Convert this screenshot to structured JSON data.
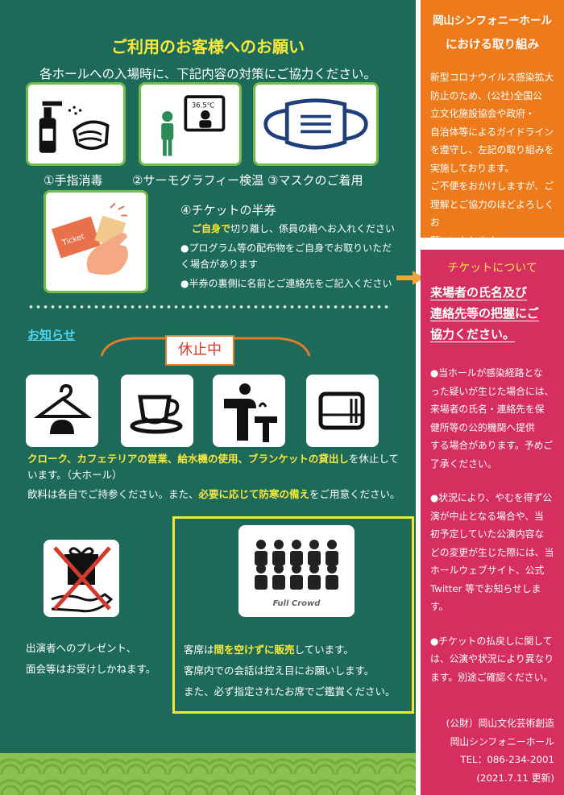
{
  "main": {
    "heading": "ご利用のお客様へのお願い",
    "intro": "各ホールへの入場時に、下記内容の対策にご協力ください。",
    "measures": [
      {
        "label": "①手指消毒",
        "icon": "hand-sanitizer-icon"
      },
      {
        "label": "②サーモグラフィー検温",
        "icon": "thermography-icon"
      },
      {
        "label": "③マスクのご着用",
        "icon": "mask-icon"
      }
    ],
    "ticket": {
      "label": "④チケットの半券",
      "icon": "ticket-icon",
      "icon_text": "Ticket",
      "note1_em": "ご自身で",
      "note1_rest": "切り離し、係員の箱へお入れください",
      "note2": "●プログラム等の配布物をご自身でお取りいただく場合があります",
      "note3": "●半券の裏側に名前とご連絡先をご記入ください"
    },
    "notice_title": "お知らせ",
    "closed_label": "休止中",
    "closed_icons": [
      "hanger-icon",
      "coffee-cup-icon",
      "water-fountain-icon",
      "blanket-icon"
    ],
    "para1_em": "クローク、カフェテリアの営業、給水機の使用、ブランケットの貸出し",
    "para1_rest": "を休止しています。（大ホール）",
    "para2_a": "飲料は各自でご持参ください。また、",
    "para2_em": "必要に応じて防寒の備え",
    "para2_b": "をご用意ください。",
    "present_line1": "出演者へのプレゼント、",
    "present_line2": "面会等はお受けしかねます。",
    "crowd_caption": "Full Crowd",
    "seat_a": "客席は",
    "seat_em": "間を空けずに販売",
    "seat_b": "しています。",
    "seat_line2": "客席内での会話は控え目にお願いします。",
    "seat_line3": "また、必ず指定されたお席でご鑑賞ください。"
  },
  "side": {
    "orange_title1": "岡山シンフォニーホール",
    "orange_title2": "における取り組み",
    "orange_lines": [
      "新型コロナウイルス感染拡大",
      "防止のため、(公社)全国公",
      "立文化施設協会や政府・",
      "自治体等によるガイドライン",
      "を遵守し、左記の取り組みを",
      "実施しております。",
      "ご不便をおかけしますが、ご",
      "理解とご協力のほどよろしくお",
      "願いいたします。"
    ],
    "pink_title": "チケットについて",
    "pink_big": [
      "来場者の氏名及び",
      "連絡先等の把握にご",
      "協力ください。"
    ],
    "pink_b1": [
      "●当ホールが感染経路とな",
      "った疑いが生じた場合には、",
      "来場者の氏名・連絡先を保",
      "健所等の公的機関へ提供",
      "する場合があります。予めご",
      "了承ください。"
    ],
    "pink_b2": [
      "●状況により、やむを得ず公",
      "演が中止となる場合や、当",
      "初予定していた公演内容な",
      "どの変更が生じた際には、当",
      "ホールウェブサイト、公式",
      "Twitter 等でお知らせしま",
      "す。"
    ],
    "pink_b3": [
      "●チケットの払戻しに関して",
      "は、公演や状況により異なり",
      "ます。別途ご確認ください。"
    ],
    "footer": [
      "(公財）岡山文化芸術創造",
      "岡山シンフォニーホール",
      "TEL：086-234-2001",
      "(2021.7.11 更新)"
    ]
  },
  "colors": {
    "green": "#1d6a5a",
    "yellow": "#f7e93b",
    "orange": "#ed7b1c",
    "pink": "#d62f5f",
    "cyan": "#4fd6f2"
  }
}
